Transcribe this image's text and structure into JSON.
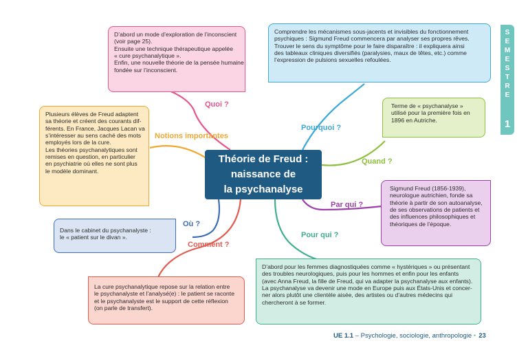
{
  "center": {
    "lines": [
      "Théorie de Freud :",
      "naissance de",
      "la psychanalyse"
    ]
  },
  "labels": {
    "quoi": "Quoi ?",
    "notions": "Notions importantes",
    "pourquoi": "Pourquoi ?",
    "quand": "Quand ?",
    "parqui": "Par qui ?",
    "pourqui": "Pour qui ?",
    "ou": "Où ?",
    "comment": "Comment ?"
  },
  "boxes": {
    "quoi": [
      "D’abord un mode d’exploration de l’inconscient",
      "(voir page 25).",
      "Ensuite une technique thérapeutique appelée",
      "« cure psychanalytique ».",
      "Enfin, une nouvelle théorie de la pensée humaine",
      "fondée sur l’inconscient."
    ],
    "pourquoi": [
      "Comprendre les mécanismes sous-jacents et invisibles du fonctionnement",
      "psychiques : Sigmund Freud commencera par analyser ses propres rêves.",
      "Trouver le sens du symptôme pour le faire disparaître : il expliquera ainsi",
      "des tableaux cliniques diversifiés (paralysies, maux de têtes, etc.) comme",
      "l’expression de pulsions sexuelles refoulées."
    ],
    "notions": [
      "Plusieurs élèves de Freud adaptent",
      "sa théorie et créent des courants dif-",
      "férents. En France, Jacques Lacan va",
      "s’intéresser au sens caché des mots",
      "employés lors de la cure.",
      "Les théories psychanalytiques sont",
      "remises en question, en particulier",
      "en psychiatrie où elles ne sont plus",
      "le modèle dominant."
    ],
    "quand": [
      "Terme de « psychanalyse »",
      "utilisé pour la première fois en",
      "1896 en Autriche."
    ],
    "parqui": [
      "Sigmund Freud (1856-1939),",
      "neurologue autrichien, fonde sa",
      "théorie à partir de son autoanalyse,",
      "de ses observations de patients et",
      "des influences philosophiques et",
      "théoriques de l’époque."
    ],
    "ou": [
      "Dans le cabinet du psychanalyste :",
      "le « patient sur le divan »."
    ],
    "comment": [
      "La cure psychanalytique repose sur la relation entre",
      "le psychanalyste et l’analysé(e) : le patient se raconte",
      "et le psychanalyste est le support de cette réflexion",
      "(on parle de transfert)."
    ],
    "pourqui": [
      "D’abord pour les femmes diagnostiquées comme « hystériques » ou présentant",
      "des troubles neurologiques, puis pour les hommes et enfin pour les enfants",
      "(avec Anna Freud, la fille de Freud, qui va adapter la psychanalyse aux enfants).",
      "La psychanalyse va devenir une mode en Europe puis aux États-Unis et concer-",
      "ner alors plutôt une clientèle aisée, des artistes ou d’autres médecins qui",
      "chercheront à se former."
    ]
  },
  "side_tab": {
    "letters": [
      "S",
      "E",
      "M",
      "E",
      "S",
      "T",
      "R",
      "E"
    ],
    "number": "1"
  },
  "footer": {
    "ue": "UE 1.1",
    "title": " – Psychologie, sociologie, anthropologie",
    "separator": " •",
    "page": "23"
  },
  "colors": {
    "center": "#1e5a82",
    "quoi": "#e8548c",
    "notions": "#f0a830",
    "pourquoi": "#3aa9d8",
    "quand": "#8cbf3c",
    "parqui": "#9b3fa8",
    "pourqui": "#3fae8e",
    "ou": "#3c6cb4",
    "comment": "#e35b4f",
    "tab": "#6fc6be"
  }
}
